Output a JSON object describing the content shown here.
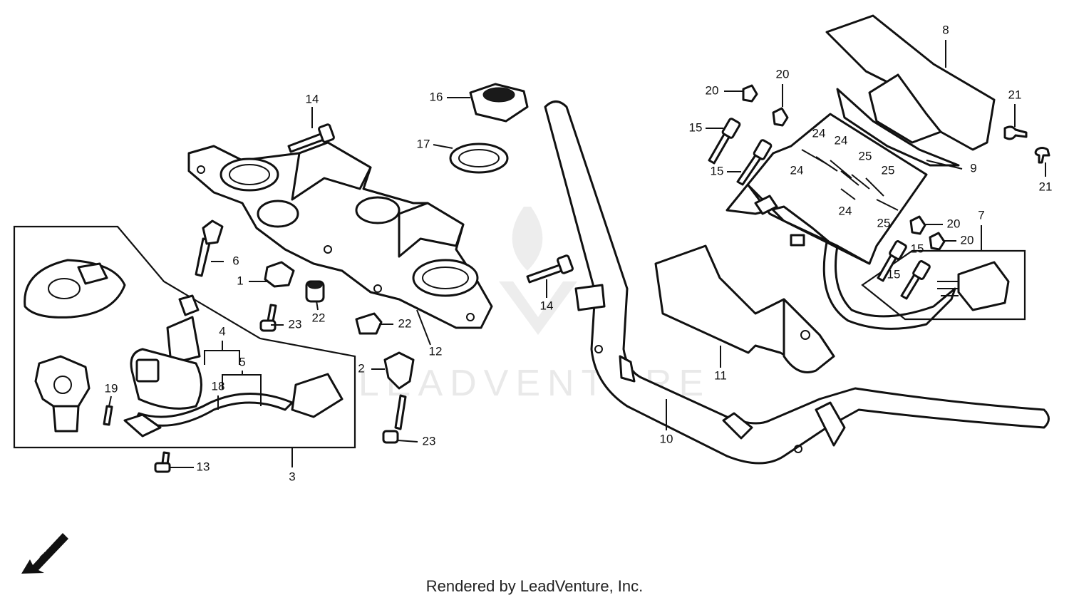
{
  "callouts": {
    "c1": "1",
    "c2": "2",
    "c3": "3",
    "c4": "4",
    "c5": "5",
    "c6": "6",
    "c7": "7",
    "c8": "8",
    "c9": "9",
    "c10": "10",
    "c11": "11",
    "c12": "12",
    "c13": "13",
    "c14a": "14",
    "c14b": "14",
    "c15a": "15",
    "c15b": "15",
    "c15c": "15",
    "c15d": "15",
    "c16": "16",
    "c17": "17",
    "c18": "18",
    "c19": "19",
    "c20a": "20",
    "c20b": "20",
    "c20c": "20",
    "c20d": "20",
    "c21a": "21",
    "c21b": "21",
    "c22a": "22",
    "c22b": "22",
    "c23a": "23",
    "c23b": "23",
    "c24a": "24",
    "c24b": "24",
    "c24c": "24",
    "c24d": "24",
    "c25a": "25",
    "c25b": "25",
    "c25c": "25"
  },
  "fwd_label": "FWD",
  "watermark": "LEADVENTURE",
  "footer": "Rendered by LeadVenture, Inc."
}
